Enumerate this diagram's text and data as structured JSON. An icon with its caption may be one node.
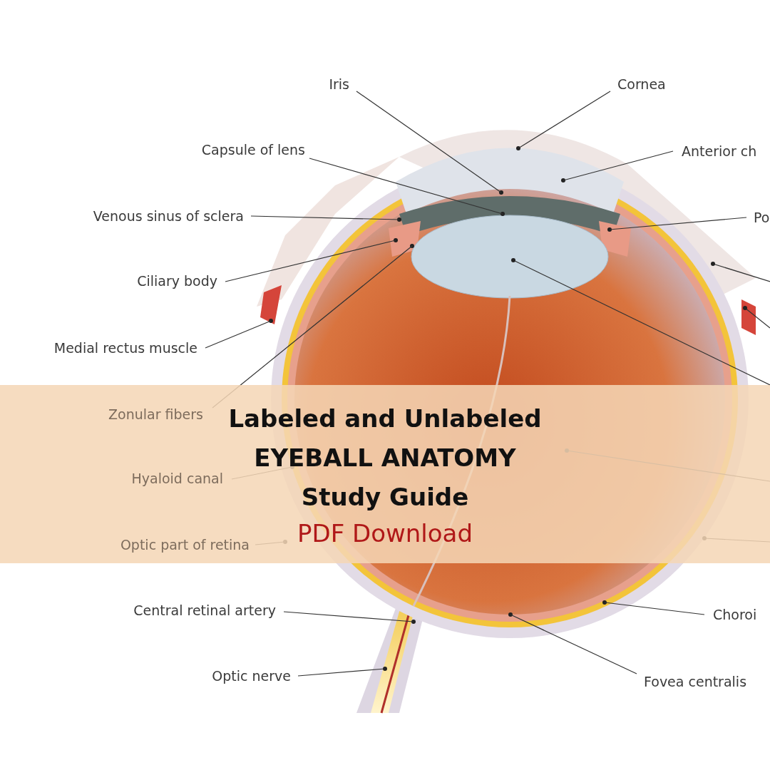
{
  "diagram": {
    "title": "Labeled and Unlabeled EYEBALL ANATOMY Study Guide",
    "nodes": [
      {
        "text": [
          "Iris"
        ]
      },
      {
        "text": [
          "Cornea"
        ]
      },
      {
        "text": [
          "Capsule of lens"
        ]
      },
      {
        "text": [
          "Anterior ch"
        ]
      },
      {
        "text": [
          "Venous sinus of sclera"
        ]
      },
      {
        "text": [
          "Po"
        ]
      },
      {
        "text": [
          "Ciliary body"
        ]
      },
      {
        "text": [
          "Medial rectus muscle"
        ]
      },
      {
        "text": [
          "Zonular fibers"
        ]
      },
      {
        "text": [
          "Hyaloid canal"
        ]
      },
      {
        "text": [
          "Optic part of retina"
        ]
      },
      {
        "text": [
          "Central retinal artery"
        ]
      },
      {
        "text": [
          "Choroi"
        ]
      },
      {
        "text": [
          "Optic nerve"
        ]
      },
      {
        "text": [
          "Fovea centralis"
        ]
      }
    ],
    "edges": [
      {
        "from": 0,
        "to": null,
        "arrow": "none"
      },
      {
        "from": 1,
        "to": null,
        "arrow": "none"
      },
      {
        "from": 2,
        "to": null,
        "arrow": "none"
      },
      {
        "from": 3,
        "to": null,
        "arrow": "none"
      },
      {
        "from": 4,
        "to": null,
        "arrow": "none"
      },
      {
        "from": 5,
        "to": null,
        "arrow": "none"
      },
      {
        "from": 6,
        "to": null,
        "arrow": "none"
      },
      {
        "from": 7,
        "to": null,
        "arrow": "none"
      },
      {
        "from": 8,
        "to": null,
        "arrow": "none"
      },
      {
        "from": 9,
        "to": null,
        "arrow": "none"
      },
      {
        "from": 10,
        "to": null,
        "arrow": "none"
      },
      {
        "from": 11,
        "to": null,
        "arrow": "none"
      },
      {
        "from": 12,
        "to": null,
        "arrow": "none"
      },
      {
        "from": 13,
        "to": null,
        "arrow": "none"
      },
      {
        "from": 14,
        "to": null,
        "arrow": "none"
      }
    ],
    "labels": [
      "PDF Download"
    ]
  }
}
